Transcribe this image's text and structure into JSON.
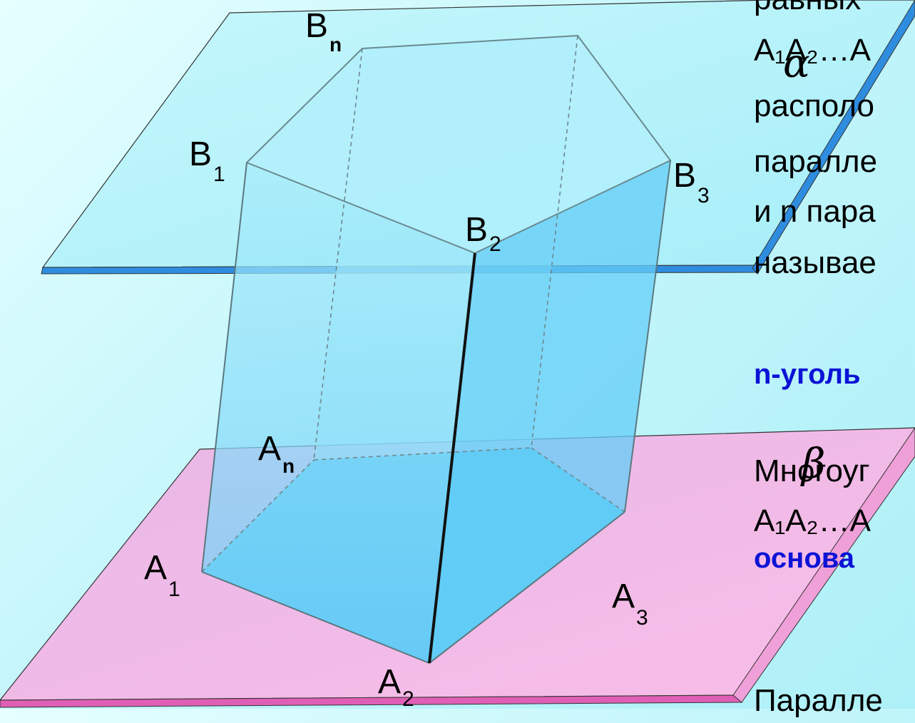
{
  "colors": {
    "upper_plane_fill": "#aaf1fa",
    "lower_plane_fill": "#f6b6e6",
    "prism_fill": "#56c8f4",
    "edge_blue": "#2c7fd0",
    "edge_pink": "#d85cb0",
    "term_text": "#0c13d6"
  },
  "planes": {
    "upper": "α",
    "lower": "β"
  },
  "vertices": {
    "B1": {
      "base": "B",
      "sub": "1"
    },
    "B2": {
      "base": "B",
      "sub": "2"
    },
    "B3": {
      "base": "B",
      "sub": "3"
    },
    "Bn": {
      "base": "B",
      "sub": "n"
    },
    "A1": {
      "base": "A",
      "sub": "1"
    },
    "A2": {
      "base": "A",
      "sub": "2"
    },
    "A3": {
      "base": "A",
      "sub": "3"
    },
    "An": {
      "base": "A",
      "sub": "n"
    }
  },
  "text_lines": [
    "равных",
    "A₁A₂…A",
    "располо",
    "паралле",
    "и n пара",
    "называе"
  ],
  "term_1": "n-уголь",
  "base_lines": [
    "Многоуг",
    "A₁A₂…A"
  ],
  "term_2": "основа",
  "bottom_line": "Паралле"
}
